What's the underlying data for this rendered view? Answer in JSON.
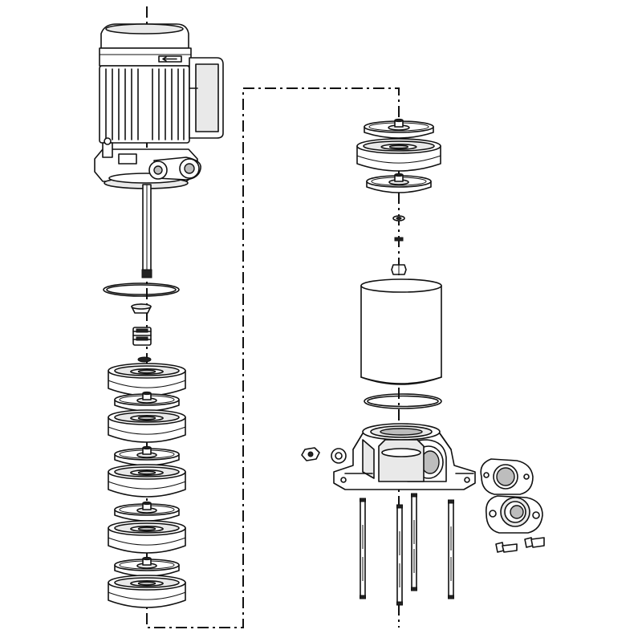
{
  "diagram": {
    "type": "exploded-view",
    "left_stack": {
      "top_assembly": "motor",
      "parts": [
        "o-ring",
        "shaft-cap",
        "mechanical-seal",
        "washer",
        "chamber",
        "impeller",
        "chamber",
        "impeller",
        "chamber",
        "impeller",
        "chamber",
        "impeller",
        "chamber"
      ]
    },
    "right_stack": {
      "parts": [
        "impeller",
        "chamber",
        "impeller",
        "washer",
        "lock-ring",
        "nut",
        "outer-sleeve",
        "o-ring",
        "pump-base"
      ],
      "base_accessories": [
        "nut",
        "washer",
        "flange-gasket",
        "flange",
        "bolt",
        "bolt",
        "tie-rod",
        "tie-rod",
        "tie-rod",
        "tie-rod"
      ]
    },
    "connector": "dash-dot-axis"
  }
}
